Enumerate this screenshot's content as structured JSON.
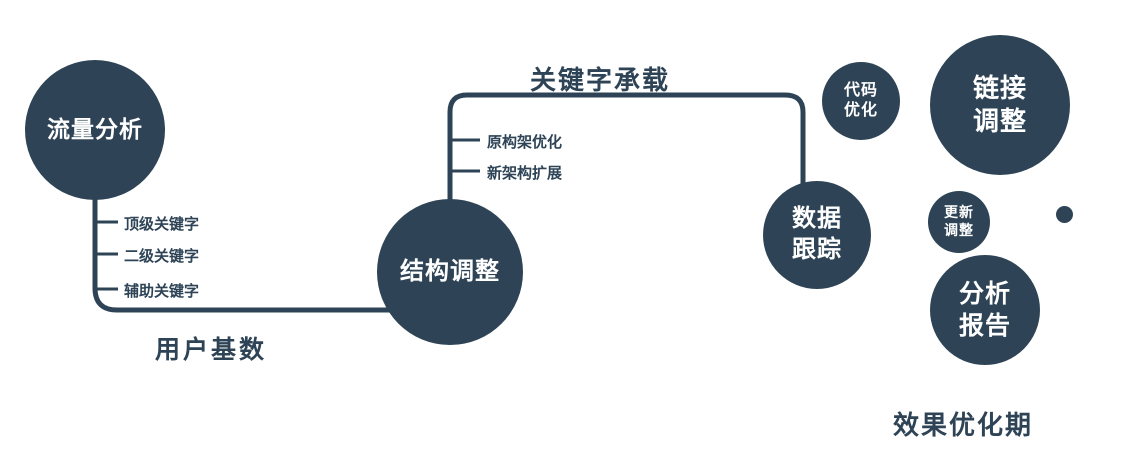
{
  "diagram": {
    "accent_color": "#2e4456",
    "nodes": {
      "traffic": {
        "label": "流量分析"
      },
      "structure": {
        "label": "结构调整"
      },
      "data_tracking": {
        "line1": "数据",
        "line2": "跟踪"
      },
      "code_opt": {
        "line1": "代码",
        "line2": "优化"
      },
      "link_adjust": {
        "line1": "链接",
        "line2": "调整"
      },
      "update_adjust": {
        "line1": "更新",
        "line2": "调整"
      },
      "analysis_report": {
        "line1": "分析",
        "line2": "报告"
      }
    },
    "edge_labels": {
      "user_base": "用户基数",
      "keyword_carry": "关键字承载"
    },
    "branch_labels": {
      "traffic": [
        "顶级关键字",
        "二级关键字",
        "辅助关键字"
      ],
      "structure": [
        "原构架优化",
        "新架构扩展"
      ]
    },
    "footer": "效果优化期"
  }
}
